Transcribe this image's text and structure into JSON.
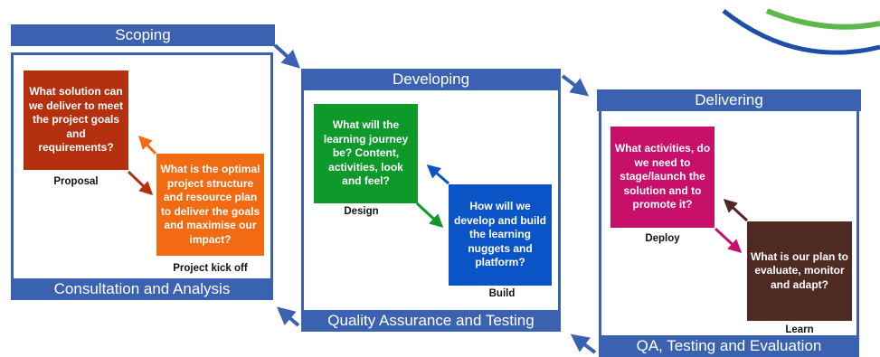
{
  "stages": {
    "scoping": {
      "title": "Scoping",
      "footer": "Consultation and Analysis",
      "card1": "What solution can we deliver to meet the project goals and requirements?",
      "card1_caption": "Proposal",
      "card2": "What is the optimal project structure and resource plan to deliver the goals and maximise our impact?",
      "card2_caption": "Project kick off"
    },
    "developing": {
      "title": "Developing",
      "footer": "Quality Assurance and Testing",
      "card1": "What will the learning journey be? Content, activities, look and feel?",
      "card1_caption": "Design",
      "card2": "How will we develop and build the learning nuggets and platform?",
      "card2_caption": "Build"
    },
    "delivering": {
      "title": "Delivering",
      "footer": "QA, Testing and Evaluation",
      "card1": "What activities, do we need to stage/launch the solution and to promote it?",
      "card1_caption": "Deploy",
      "card2": "What is our plan to evaluate, monitor and adapt?",
      "card2_caption": "Learn"
    }
  },
  "colors": {
    "frame": "#3a62b0",
    "card_red": "#b5300f",
    "card_orange": "#f26a12",
    "card_green": "#0d9a2a",
    "card_blue": "#0b54c8",
    "card_magenta": "#c8106a",
    "card_brown": "#4e2a22",
    "logo_blue": "#1f4ea8",
    "logo_green": "#5bb84a"
  }
}
